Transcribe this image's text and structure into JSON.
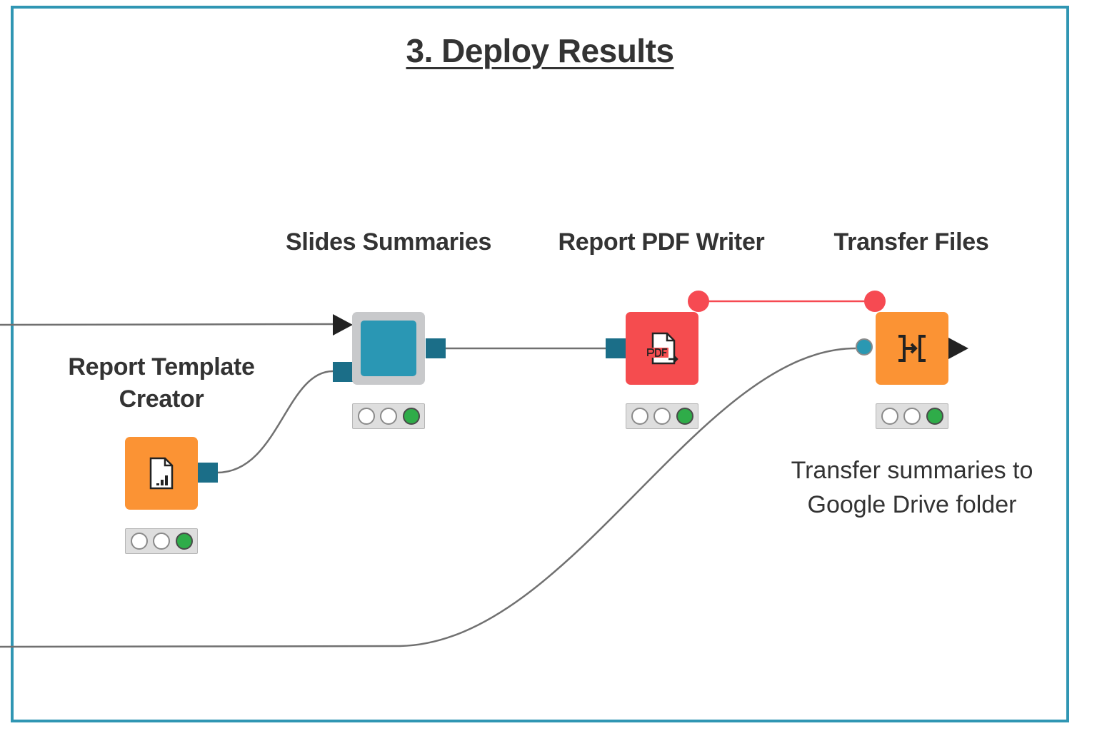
{
  "workflow": {
    "title": "3. Deploy Results",
    "colors": {
      "frame_border": "#3096b3",
      "node_orange": "#fb9334",
      "node_red": "#f54c4f",
      "metanode_gray": "#c8c9cb",
      "metanode_inner": "#2a97b4",
      "data_port": "#1b6e88",
      "connection": "#707070",
      "flow_variable": "#f64a52",
      "status_green": "#2fac49"
    }
  },
  "nodes": {
    "report_template_creator": {
      "label": "Report Template Creator",
      "icon": "report-document-icon",
      "status": "executed"
    },
    "slides_summaries": {
      "label": "Slides Summaries",
      "icon": "metanode-icon",
      "status": "executed"
    },
    "report_pdf_writer": {
      "label": "Report PDF Writer",
      "icon": "pdf-document-icon",
      "status": "executed"
    },
    "transfer_files": {
      "label": "Transfer Files",
      "icon": "transfer-files-icon",
      "status": "executed"
    }
  },
  "annotations": {
    "transfer_note": "Transfer summaries to Google Drive folder"
  }
}
